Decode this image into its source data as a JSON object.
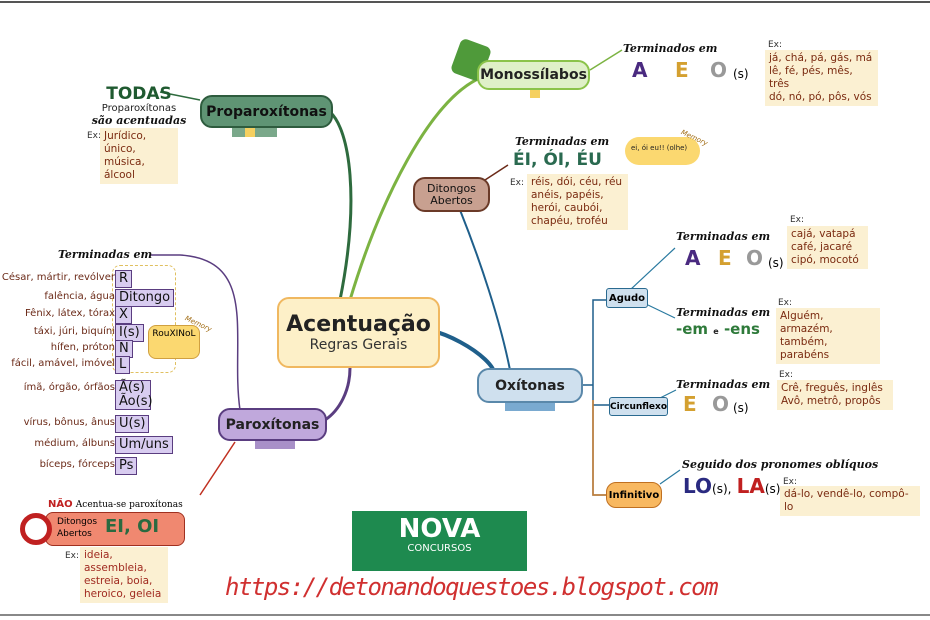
{
  "center": {
    "title": "Acentuação",
    "subtitle": "Regras Gerais"
  },
  "proparoxitonas": {
    "label": "Proparoxítonas",
    "todas": "TODAS",
    "line2": "Proparoxítonas",
    "line3": "são acentuadas",
    "ex_label": "Ex:",
    "examples": "Jurídico, único, música, álcool"
  },
  "monossilabos": {
    "label": "Monossílabos",
    "terminados": "Terminados em",
    "letters": [
      "A",
      "E",
      "O"
    ],
    "suffix": "(s)",
    "ex_label": "Ex:",
    "examples": [
      "já, chá, pá, gás, má",
      "lê, fé, pés, mês, três",
      "dó, nó, pó, pôs, vós"
    ]
  },
  "ditongos": {
    "label": "Ditongos Abertos",
    "terminadas": "Terminadas em",
    "endings": "ÉI, ÓI, ÉU",
    "memory_text": "ei, ói eu!! (olhe)",
    "memory_tag": "Memory",
    "ex_label": "Ex:",
    "examples": [
      "réis, dói, céu, réu",
      "anéis, papéis,",
      "herói, caubói,",
      "chapéu, troféu"
    ]
  },
  "oxitonas": {
    "label": "Oxítonas",
    "agudo": {
      "label": "Agudo",
      "terminadas1": "Terminadas em",
      "letters": [
        "A",
        "E",
        "O"
      ],
      "suffix": "(s)",
      "ex_label": "Ex:",
      "examples1": [
        "cajá, vatapá",
        "café, jacaré",
        "cipó, mocotó"
      ],
      "terminadas2": "Terminadas em",
      "em": "-em",
      "e": "e",
      "ens": "-ens",
      "examples2": [
        "Alguém, armazém,",
        "também, parabéns"
      ]
    },
    "circunflexo": {
      "label": "Circunflexo",
      "terminadas": "Terminadas em",
      "letters": [
        "E",
        "O"
      ],
      "suffix": "(s)",
      "ex_label": "Ex:",
      "examples": [
        "Crê, freguês, inglês",
        "Avô, metrô, propôs"
      ]
    },
    "infinitivo": {
      "label": "Infinitivo",
      "seguido": "Seguido dos pronomes oblíquos",
      "lo": "LO",
      "la": "LA",
      "s1": "(s),",
      "s2": "(s)",
      "ex_label": "Ex:",
      "examples": "dá-lo, vendê-lo, compô-lo"
    }
  },
  "paroxitonas": {
    "label": "Paroxítonas",
    "terminadas": "Terminadas em",
    "memory_text": "RouXINoL",
    "memory_tag": "Memory",
    "rules": [
      {
        "words": "César, mártir, revólver",
        "ending": "R"
      },
      {
        "words": "falência, água",
        "ending": "Ditongo"
      },
      {
        "words": "Fênix, látex, tórax",
        "ending": "X"
      },
      {
        "words": "táxi, júri, biquíni",
        "ending": "I(s)"
      },
      {
        "words": "hífen, próton",
        "ending": "N"
      },
      {
        "words": "fácil, amável, imóvel",
        "ending": "L"
      },
      {
        "words": "ímã, órgão, órfãos",
        "ending": "Ã(s) Ão(s)"
      },
      {
        "words": "vírus, bônus, ânus",
        "ending": "U(s)"
      },
      {
        "words": "médium, álbuns",
        "ending": "Um/uns"
      },
      {
        "words": "bíceps, fórceps",
        "ending": "Ps"
      }
    ],
    "nao": "NÃO",
    "nao_text": "Acentua-se paroxítonas",
    "nao_box": "Ditongos Abertos",
    "nao_endings": "EI, OI",
    "ex_label": "Ex:",
    "examples": [
      "ideia, assembleia,",
      "estreia, boia,",
      "heroico, geleia"
    ]
  },
  "logo": {
    "name": "NOVA",
    "sub": "CONCURSOS"
  },
  "url": "https://detonandoquestoes.blogspot.com",
  "colors": {
    "green": "#5f9474",
    "purple": "#c0a8dc",
    "blue": "#cfe0ee",
    "url": "#d03030",
    "logo": "#1e8a4f"
  }
}
